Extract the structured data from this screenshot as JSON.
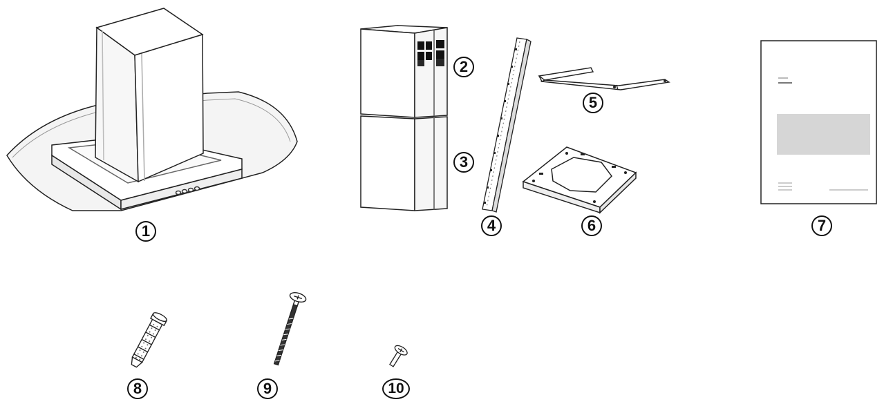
{
  "parts": [
    {
      "id": "part-1",
      "label": "1"
    },
    {
      "id": "part-2",
      "label": "2"
    },
    {
      "id": "part-3",
      "label": "3"
    },
    {
      "id": "part-4",
      "label": "4"
    },
    {
      "id": "part-5",
      "label": "5"
    },
    {
      "id": "part-6",
      "label": "6"
    },
    {
      "id": "part-7",
      "label": "7"
    },
    {
      "id": "part-8",
      "label": "8"
    },
    {
      "id": "part-9",
      "label": "9"
    },
    {
      "id": "part-10",
      "label": "10"
    }
  ]
}
